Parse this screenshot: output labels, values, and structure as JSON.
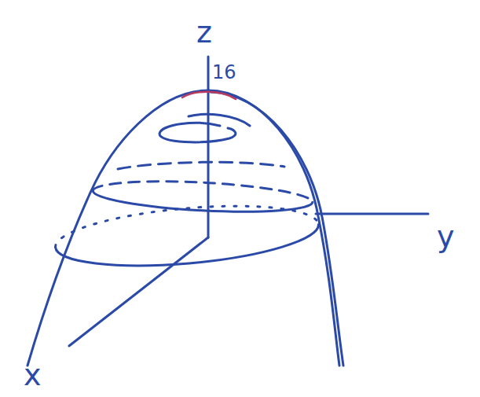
{
  "diagram": {
    "labels": [
      "z",
      "16",
      "y",
      "x"
    ]
  }
}
